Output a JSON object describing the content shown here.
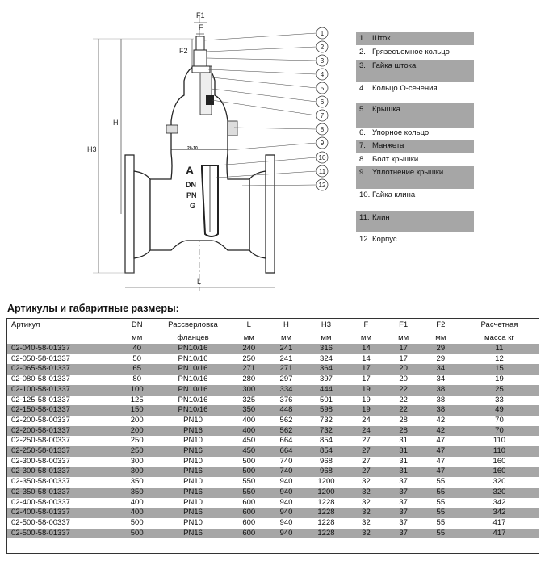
{
  "drawing": {
    "dimension_labels": {
      "F1": "F1",
      "F": "F",
      "F2": "F2",
      "H": "H",
      "H3": "H3",
      "L": "L"
    },
    "body_markings": {
      "pn_rating": "20-10",
      "dn": "DN",
      "pn": "PN",
      "g": "G",
      "logo": "A"
    },
    "callouts": [
      "1",
      "2",
      "3",
      "4",
      "5",
      "6",
      "7",
      "8",
      "9",
      "10",
      "11",
      "12"
    ]
  },
  "legend": [
    {
      "num": "1.",
      "label": "Шток",
      "shaded": true
    },
    {
      "num": "2.",
      "label": "Грязесъемное кольцо",
      "shaded": false
    },
    {
      "num": "3.",
      "label": "Гайка штока",
      "shaded": true
    },
    {
      "num": "4.",
      "label": "Кольцо О-сечения",
      "shaded": false
    },
    {
      "num": "5.",
      "label": "Крышка",
      "shaded": true
    },
    {
      "num": "6.",
      "label": "Упорное кольцо",
      "shaded": false
    },
    {
      "num": "7.",
      "label": "Манжета",
      "shaded": true
    },
    {
      "num": "8.",
      "label": "Болт крышки",
      "shaded": false
    },
    {
      "num": "9.",
      "label": "Уплотнение крышки",
      "shaded": true
    },
    {
      "num": "10.",
      "label": "Гайка клина",
      "shaded": false
    },
    {
      "num": "11.",
      "label": "Клин",
      "shaded": true
    },
    {
      "num": "12.",
      "label": "Корпус",
      "shaded": false
    }
  ],
  "section_title": "Артикулы и габаритные размеры:",
  "table": {
    "headers": [
      {
        "top": "Артикул",
        "bottom": ""
      },
      {
        "top": "DN",
        "bottom": "мм"
      },
      {
        "top": "Рассверловка",
        "bottom": "фланцев"
      },
      {
        "top": "L",
        "bottom": "мм"
      },
      {
        "top": "H",
        "bottom": "мм"
      },
      {
        "top": "H3",
        "bottom": "мм"
      },
      {
        "top": "F",
        "bottom": "мм"
      },
      {
        "top": "F1",
        "bottom": "мм"
      },
      {
        "top": "F2",
        "bottom": "мм"
      },
      {
        "top": "Расчетная",
        "bottom": "масса кг"
      }
    ],
    "rows": [
      [
        "02-040-58-01337",
        "40",
        "PN10/16",
        "240",
        "241",
        "316",
        "14",
        "17",
        "29",
        "11"
      ],
      [
        "02-050-58-01337",
        "50",
        "PN10/16",
        "250",
        "241",
        "324",
        "14",
        "17",
        "29",
        "12"
      ],
      [
        "02-065-58-01337",
        "65",
        "PN10/16",
        "271",
        "271",
        "364",
        "17",
        "20",
        "34",
        "15"
      ],
      [
        "02-080-58-01337",
        "80",
        "PN10/16",
        "280",
        "297",
        "397",
        "17",
        "20",
        "34",
        "19"
      ],
      [
        "02-100-58-01337",
        "100",
        "PN10/16",
        "300",
        "334",
        "444",
        "19",
        "22",
        "38",
        "25"
      ],
      [
        "02-125-58-01337",
        "125",
        "PN10/16",
        "325",
        "376",
        "501",
        "19",
        "22",
        "38",
        "33"
      ],
      [
        "02-150-58-01337",
        "150",
        "PN10/16",
        "350",
        "448",
        "598",
        "19",
        "22",
        "38",
        "49"
      ],
      [
        "02-200-58-00337",
        "200",
        "PN10",
        "400",
        "562",
        "732",
        "24",
        "28",
        "42",
        "70"
      ],
      [
        "02-200-58-01337",
        "200",
        "PN16",
        "400",
        "562",
        "732",
        "24",
        "28",
        "42",
        "70"
      ],
      [
        "02-250-58-00337",
        "250",
        "PN10",
        "450",
        "664",
        "854",
        "27",
        "31",
        "47",
        "110"
      ],
      [
        "02-250-58-01337",
        "250",
        "PN16",
        "450",
        "664",
        "854",
        "27",
        "31",
        "47",
        "110"
      ],
      [
        "02-300-58-00337",
        "300",
        "PN10",
        "500",
        "740",
        "968",
        "27",
        "31",
        "47",
        "160"
      ],
      [
        "02-300-58-01337",
        "300",
        "PN16",
        "500",
        "740",
        "968",
        "27",
        "31",
        "47",
        "160"
      ],
      [
        "02-350-58-00337",
        "350",
        "PN10",
        "550",
        "940",
        "1200",
        "32",
        "37",
        "55",
        "320"
      ],
      [
        "02-350-58-01337",
        "350",
        "PN16",
        "550",
        "940",
        "1200",
        "32",
        "37",
        "55",
        "320"
      ],
      [
        "02-400-58-00337",
        "400",
        "PN10",
        "600",
        "940",
        "1228",
        "32",
        "37",
        "55",
        "342"
      ],
      [
        "02-400-58-01337",
        "400",
        "PN16",
        "600",
        "940",
        "1228",
        "32",
        "37",
        "55",
        "342"
      ],
      [
        "02-500-58-00337",
        "500",
        "PN10",
        "600",
        "940",
        "1228",
        "32",
        "37",
        "55",
        "417"
      ],
      [
        "02-500-58-01337",
        "500",
        "PN16",
        "600",
        "940",
        "1228",
        "32",
        "37",
        "55",
        "417"
      ]
    ]
  }
}
